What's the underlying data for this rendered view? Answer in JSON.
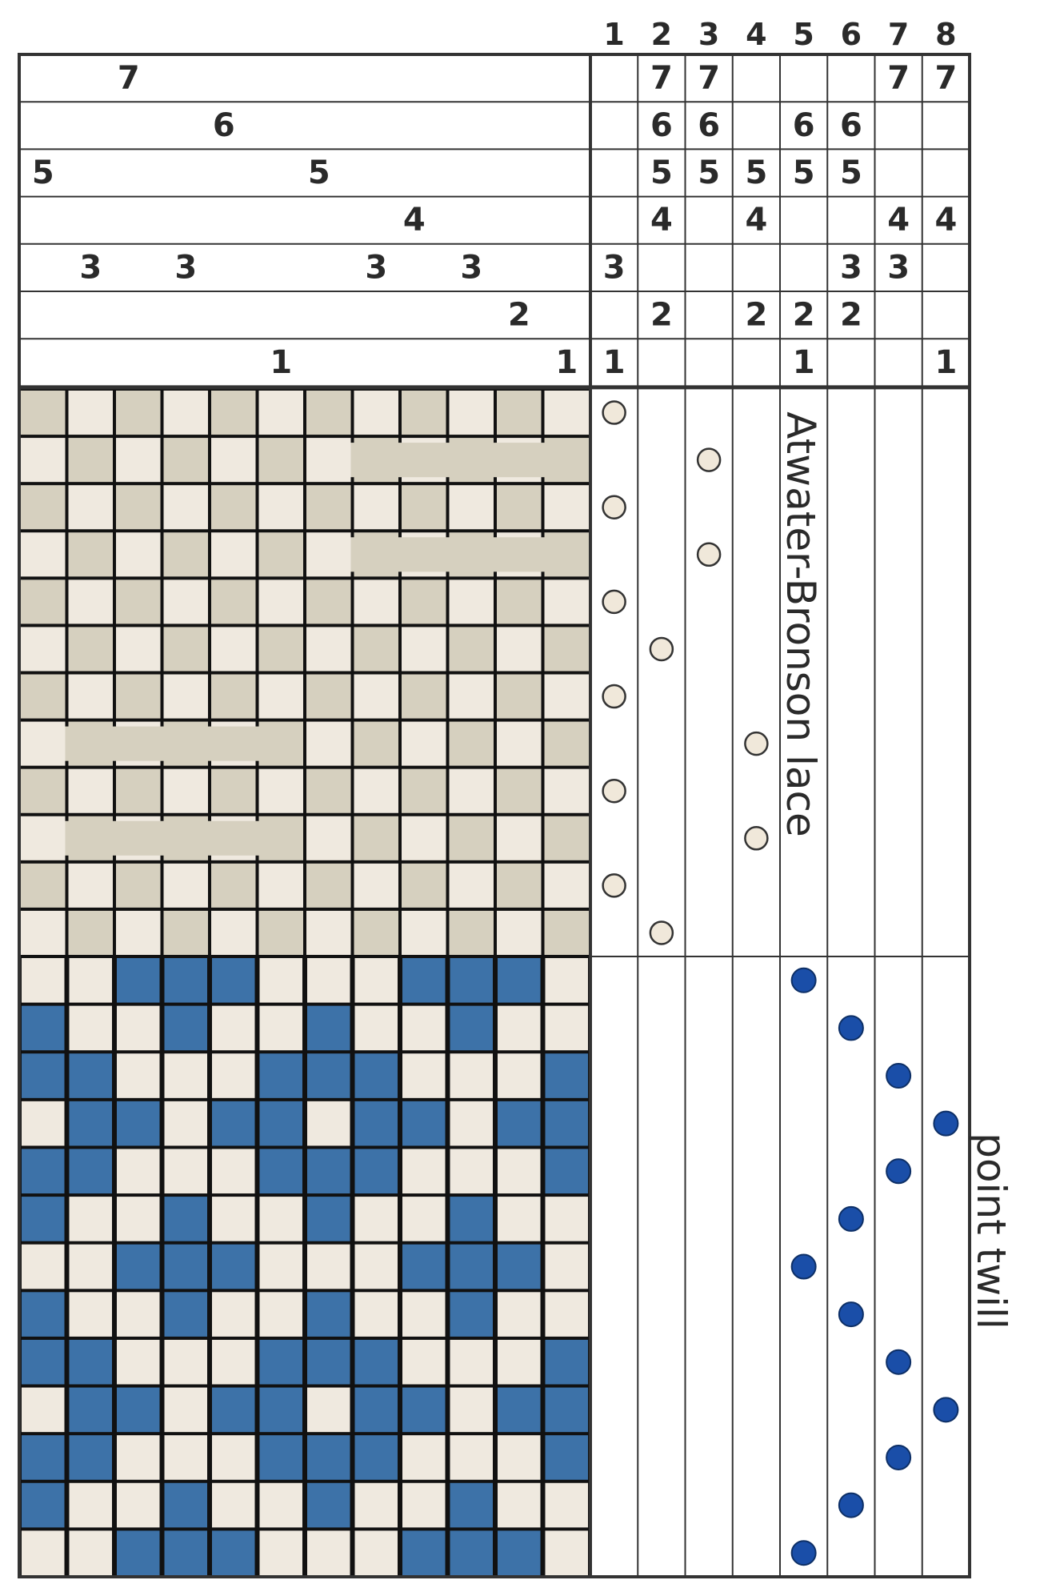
{
  "shaft_numbers": [
    "1",
    "2",
    "3",
    "4",
    "5",
    "6",
    "7",
    "8"
  ],
  "profile_rows": [
    {
      "level": "7",
      "marks": [
        {
          "text": "7",
          "cell": 2.3
        }
      ]
    },
    {
      "level": "6",
      "marks": [
        {
          "text": "6",
          "cell": 4.3
        }
      ]
    },
    {
      "level": "5",
      "marks": [
        {
          "text": "5",
          "cell": 0.5
        },
        {
          "text": "5",
          "cell": 6.3
        }
      ]
    },
    {
      "level": "4",
      "marks": [
        {
          "text": "4",
          "cell": 8.3
        }
      ]
    },
    {
      "level": "3",
      "marks": [
        {
          "text": "3",
          "cell": 1.5
        },
        {
          "text": "3",
          "cell": 3.5
        },
        {
          "text": "3",
          "cell": 7.5
        },
        {
          "text": "3",
          "cell": 9.5
        }
      ]
    },
    {
      "level": "2",
      "marks": [
        {
          "text": "2",
          "cell": 10.5
        }
      ]
    },
    {
      "level": "1",
      "marks": [
        {
          "text": "1",
          "cell": 5.5
        },
        {
          "text": "1",
          "cell": 11.5
        }
      ]
    }
  ],
  "tieup": [
    [
      "",
      "7",
      "7",
      "",
      "",
      "",
      "7",
      "7"
    ],
    [
      "",
      "6",
      "6",
      "",
      "6",
      "6",
      "",
      ""
    ],
    [
      "",
      "5",
      "5",
      "5",
      "5",
      "5",
      "",
      ""
    ],
    [
      "",
      "4",
      "",
      "4",
      "",
      "",
      "4",
      "4"
    ],
    [
      "3",
      "",
      "",
      "",
      "",
      "3",
      "3",
      ""
    ],
    [
      "",
      "2",
      "",
      "2",
      "2",
      "2",
      "",
      ""
    ],
    [
      "1",
      "",
      "",
      "",
      "1",
      "",
      "",
      "1"
    ]
  ],
  "treadling": {
    "lace": [
      1,
      3,
      1,
      3,
      1,
      2,
      1,
      4,
      1,
      4,
      1,
      2
    ],
    "twill": [
      5,
      6,
      7,
      8,
      7,
      6,
      5,
      6,
      7,
      8,
      7,
      6,
      5
    ]
  },
  "sections": {
    "lace": {
      "label": "Atwater-Bronson lace",
      "weft_color": "#d6d0bf",
      "treadle_marker_color": "#f0e8da"
    },
    "twill": {
      "label": "point twill",
      "weft_color": "#3d72a8",
      "treadle_marker_color": "#1a4ea8"
    }
  },
  "warp_color": "#efe9df",
  "gap_color": "#8a857c",
  "line_color": "#333333"
}
